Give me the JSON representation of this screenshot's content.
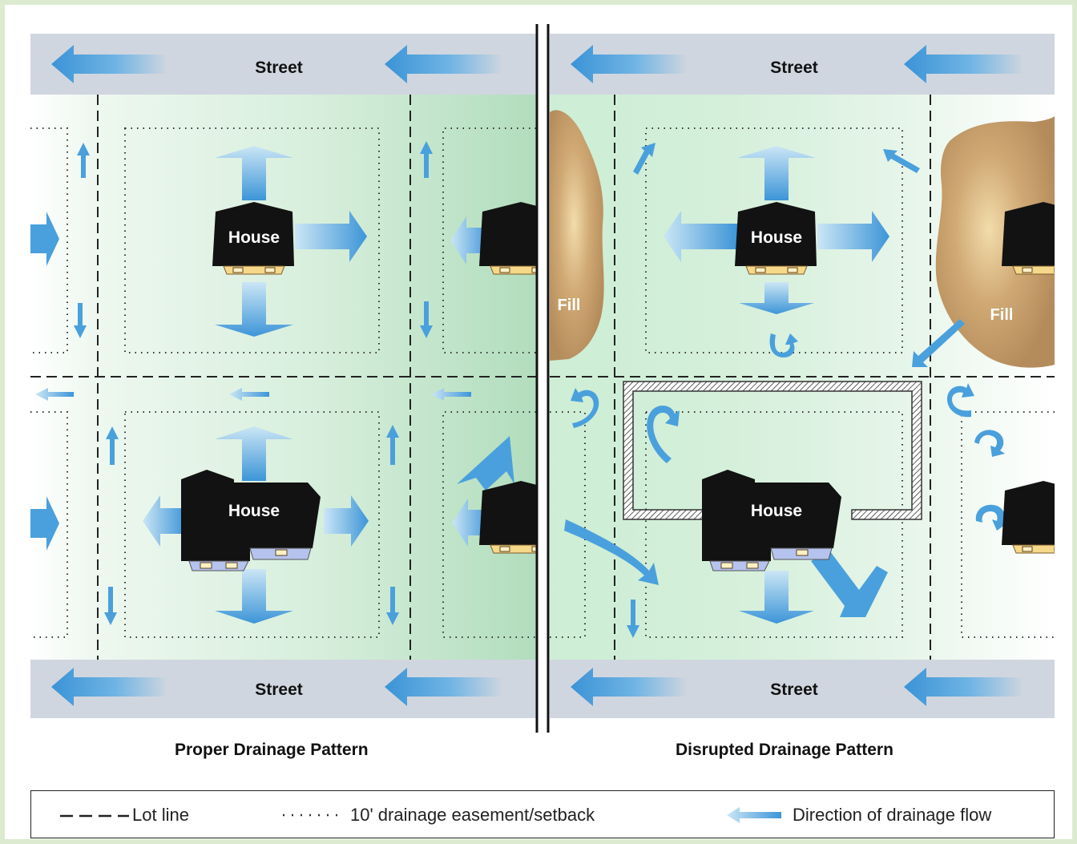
{
  "street_label": "Street",
  "house_label": "House",
  "fill_label": "Fill",
  "panels": {
    "proper_title": "Proper Drainage Pattern",
    "disrupted_title": "Disrupted Drainage Pattern"
  },
  "legend": {
    "lot_line": "Lot line",
    "easement": "10' drainage easement/setback",
    "flow": "Direction of drainage flow"
  },
  "colors": {
    "street": "#d0d6df",
    "lawn": "#c4e5cb",
    "arrow": "#4a9fdc",
    "house": "#111111",
    "fill": "#c09a68",
    "frame": "#dcebd0"
  }
}
